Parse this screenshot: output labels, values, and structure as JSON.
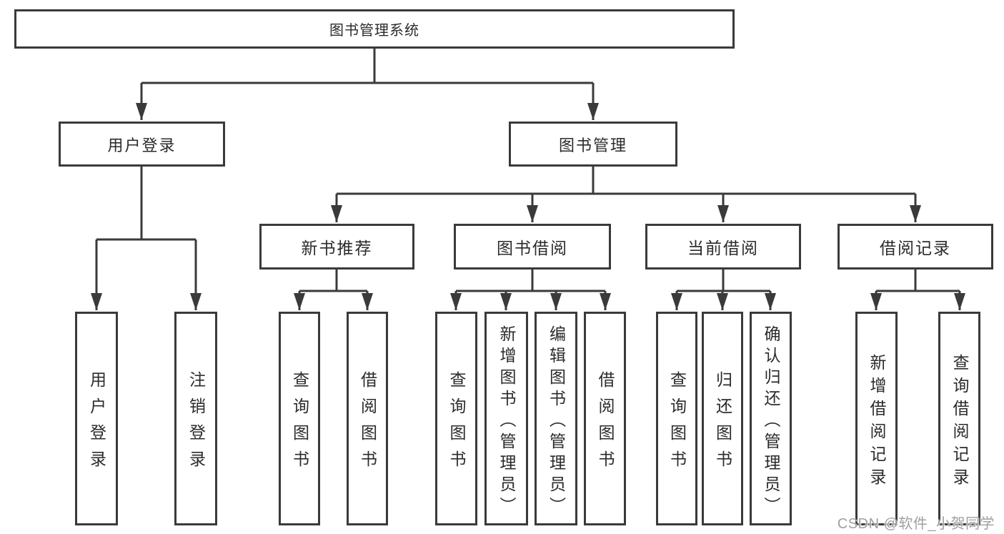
{
  "diagram_title": "图书管理系统",
  "colors": {
    "background": "#ffffff",
    "line": "#3a3a3a",
    "box_border": "#3a3a3a",
    "text": "#2b2b2b",
    "watermark": "#a0a0a0"
  },
  "nodes": {
    "root": "图书管理系统",
    "user_login": "用户登录",
    "book_mgmt": "图书管理",
    "new_book_rec": "新书推荐",
    "book_borrow": "图书借阅",
    "current_borrow": "当前借阅",
    "borrow_records": "借阅记录",
    "ul_user_login": "用户登录",
    "ul_logout": "注销登录",
    "nbr_query_book": "查询图书",
    "nbr_borrow_book": "借阅图书",
    "bb_query_book": "查询图书",
    "bb_add_book": "新增图书（管理员）",
    "bb_edit_book": "编辑图书（管理员）",
    "bb_borrow_book": "借阅图书",
    "cb_query_book": "查询图书",
    "cb_return_book": "归还图书",
    "cb_confirm_return": "确认归还（管理员）",
    "br_add_record": "新增借阅记录",
    "br_query_record": "查询借阅记录"
  },
  "watermark": "CSDN @软件_小贺同学"
}
